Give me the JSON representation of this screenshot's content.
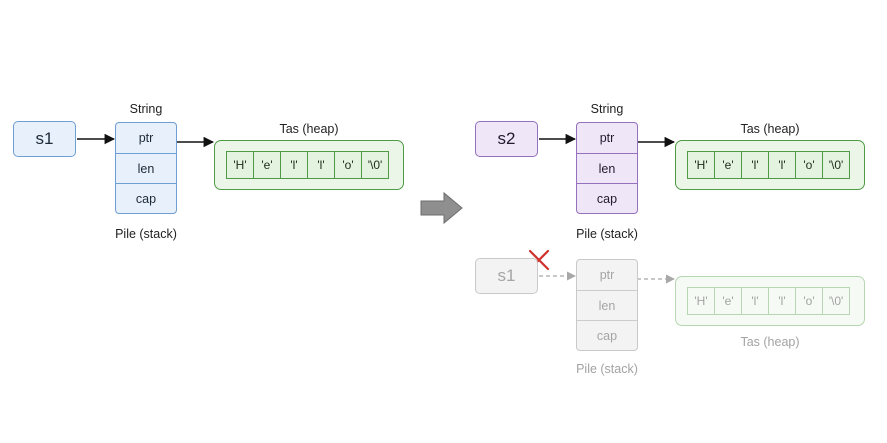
{
  "before": {
    "var": "s1",
    "struct_title": "String",
    "fields": [
      "ptr",
      "len",
      "cap"
    ],
    "stack_label": "Pile (stack)",
    "heap_label": "Tas (heap)",
    "heap_cells": [
      "'H'",
      "'e'",
      "'l'",
      "'l'",
      "'o'",
      "'\\0'"
    ]
  },
  "after": {
    "var": "s2",
    "struct_title": "String",
    "fields": [
      "ptr",
      "len",
      "cap"
    ],
    "stack_label": "Pile (stack)",
    "heap_label": "Tas (heap)",
    "heap_cells": [
      "'H'",
      "'e'",
      "'l'",
      "'l'",
      "'o'",
      "'\\0'"
    ]
  },
  "moved": {
    "var": "s1",
    "fields": [
      "ptr",
      "len",
      "cap"
    ],
    "stack_label": "Pile (stack)",
    "heap_label": "Tas (heap)",
    "heap_cells": [
      "'H'",
      "'e'",
      "'l'",
      "'l'",
      "'o'",
      "'\\0'"
    ]
  },
  "colors": {
    "before_accent": "#6f9ed3",
    "after_accent": "#9470bd",
    "heap_accent": "#4f9a45",
    "invalid_mark": "#d0312d",
    "transition_arrow": "#8f8f8f"
  },
  "icons": [
    "cross-icon",
    "transition-arrow-icon"
  ]
}
